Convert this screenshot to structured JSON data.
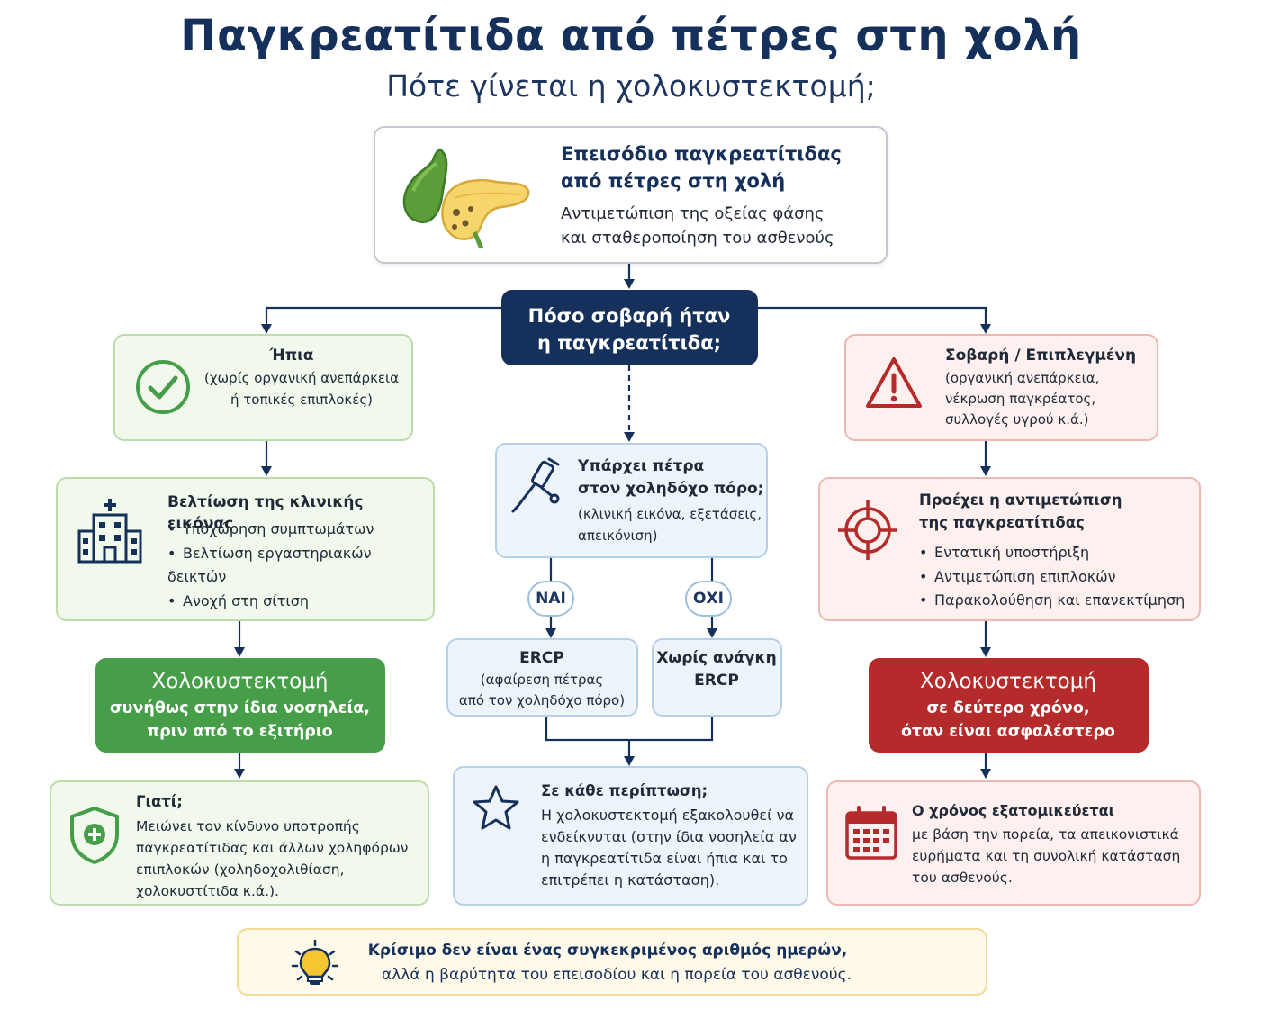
{
  "header": {
    "title": "Παγκρεατίτιδα από πέτρες στη χολή",
    "subtitle": "Πότε γίνεται η χολοκυστεκτομή;"
  },
  "start": {
    "title_line1": "Επεισόδιο παγκρεατίτιδας",
    "title_line2": "από πέτρες στη χολή",
    "desc_line1": "Αντιμετώπιση της οξείας φάσης",
    "desc_line2": "και σταθεροποίηση του ασθενούς",
    "icon": "pancreas-icon"
  },
  "question": {
    "line1": "Πόσο σοβαρή ήταν",
    "line2": "η παγκρεατίτιδα;"
  },
  "mild": {
    "title": "Ήπια",
    "desc_line1": "(χωρίς οργανική ανεπάρκεια",
    "desc_line2": "ή τοπικές επιπλοκές)",
    "icon": "check-circle-icon",
    "improve_title": "Βελτίωση της κλινικής εικόνας",
    "improve_items": [
      "Υποχώρηση συμπτωμάτων",
      "Βελτίωση εργαστηριακών δεικτών",
      "Ανοχή στη σίτιση"
    ],
    "improve_icon": "hospital-icon",
    "surgery_line1": "Χολοκυστεκτομή",
    "surgery_line2": "συνήθως στην ίδια νοσηλεία,",
    "surgery_line3": "πριν από το εξιτήριο",
    "why_title": "Γιατί;",
    "why_lines": [
      "Μειώνει τον κίνδυνο υποτροπής",
      "παγκρεατίτιδας και άλλων χοληφόρων",
      "επιπλοκών (χοληδοχολιθίαση,",
      "χολοκυστίτιδα κ.ά.)."
    ],
    "why_icon": "shield-plus-icon"
  },
  "middle": {
    "stone_line1": "Υπάρχει πέτρα",
    "stone_line2": "στον χοληδόχο πόρο;",
    "stone_desc1": "(κλινική εικόνα, εξετάσεις,",
    "stone_desc2": "απεικόνιση)",
    "stone_icon": "endoscope-icon",
    "yes": "ΝΑΙ",
    "no": "ΟΧΙ",
    "ercp_title": "ERCP",
    "ercp_desc1": "(αφαίρεση πέτρας",
    "ercp_desc2": "από τον χοληδόχο πόρο)",
    "no_ercp_line1": "Χωρίς ανάγκη",
    "no_ercp_line2": "ERCP",
    "any_title": "Σε κάθε περίπτωση;",
    "any_lines": [
      "Η χολοκυστεκτομή εξακολουθεί να",
      "ενδείκνυται (στην ίδια νοσηλεία αν",
      "η παγκρεατίτιδα είναι ήπια και το",
      "επιτρέπει η κατάσταση)."
    ],
    "any_icon": "star-icon"
  },
  "severe": {
    "title": "Σοβαρή / Επιπλεγμένη",
    "desc_lines": [
      "(οργανική ανεπάρκεια,",
      "νέκρωση παγκρέατος,",
      "συλλογές υγρού κ.ά.)"
    ],
    "icon": "warning-icon",
    "priority_line1": "Προέχει η αντιμετώπιση",
    "priority_line2": "της παγκρεατίτιδας",
    "priority_items": [
      "Εντατική υποστήριξη",
      "Αντιμετώπιση επιπλοκών",
      "Παρακολούθηση και επανεκτίμηση"
    ],
    "priority_icon": "target-icon",
    "surgery_line1": "Χολοκυστεκτομή",
    "surgery_line2": "σε δεύτερο χρόνο,",
    "surgery_line3": "όταν είναι ασφαλέστερο",
    "timing_title": "Ο χρόνος εξατομικεύεται",
    "timing_lines": [
      "με βάση την πορεία, τα απεικονιστικά",
      "ευρήματα και τη συνολική κατάσταση",
      "του ασθενούς."
    ],
    "timing_icon": "calendar-icon"
  },
  "footer": {
    "line1": "Κρίσιμο δεν είναι ένας συγκεκριμένος αριθμός ημερών,",
    "line2": "αλλά η βαρύτητα του επεισοδίου και η πορεία του ασθενούς.",
    "icon": "lightbulb-icon"
  },
  "colors": {
    "navy": "#15305a",
    "green": "#469e49",
    "red": "#b52a2a",
    "blue_border": "#b7d0ea",
    "yellow_border": "#f2dc95"
  }
}
